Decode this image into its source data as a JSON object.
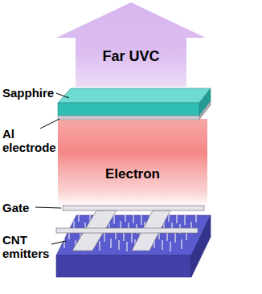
{
  "diagram": {
    "nodes": [
      {
        "text": [
          "Far UVC"
        ]
      }
    ],
    "labels": [
      "Sapphire",
      "Al electrode",
      "Electron",
      "Gate",
      "CNT emitters"
    ]
  }
}
